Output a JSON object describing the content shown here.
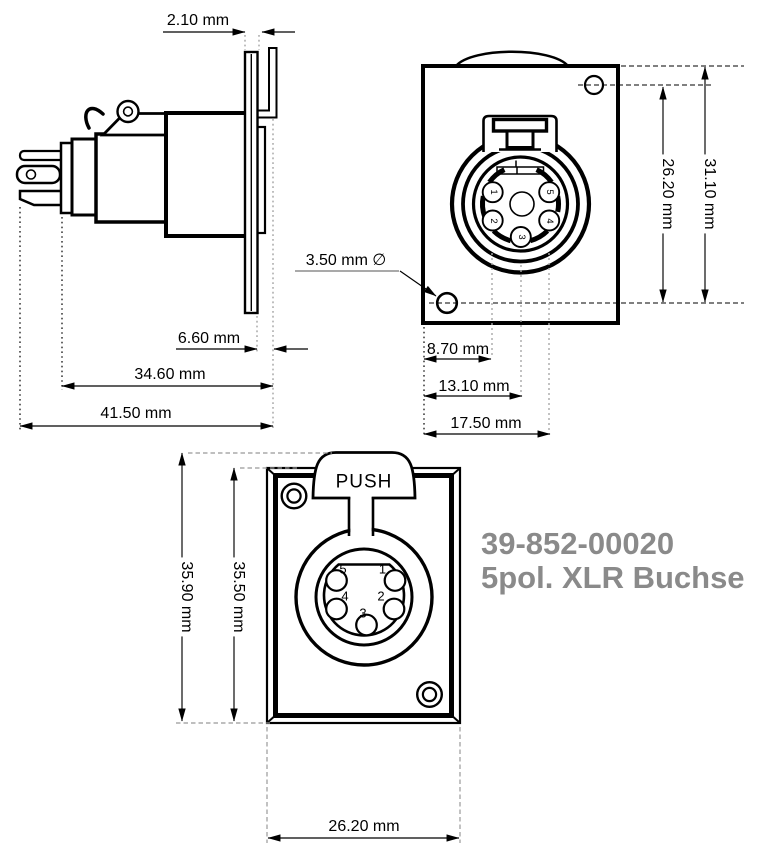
{
  "drawing": {
    "part_number": "39-852-00020",
    "part_name": "5pol. XLR Buchse",
    "colors": {
      "line": "#000000",
      "annotation_gray": "#8a8a8a",
      "extension_gray": "#a9a9a9"
    },
    "views": {
      "side": {
        "dims": {
          "flange_thickness": "2.10 mm",
          "rear_depth": "6.60 mm",
          "body_depth": "34.60 mm",
          "total_depth": "41.50 mm"
        }
      },
      "front": {
        "dims": {
          "mount_hole_diameter": "3.50 mm ∅",
          "hole_spacing": "26.20 mm",
          "panel_height": "31.10 mm",
          "pin_column_1": "8.70 mm",
          "pin_column_2": "13.10 mm",
          "pin_column_3": "17.50 mm"
        },
        "pin_labels": [
          "1",
          "5",
          "2",
          "4",
          "3"
        ]
      },
      "panel": {
        "push_label": "PUSH",
        "dims": {
          "outer_height": "35.90 mm",
          "plate_height": "35.50 mm",
          "plate_width": "26.20 mm"
        },
        "pin_labels": [
          "5",
          "1",
          "4",
          "2",
          "3"
        ]
      }
    }
  }
}
